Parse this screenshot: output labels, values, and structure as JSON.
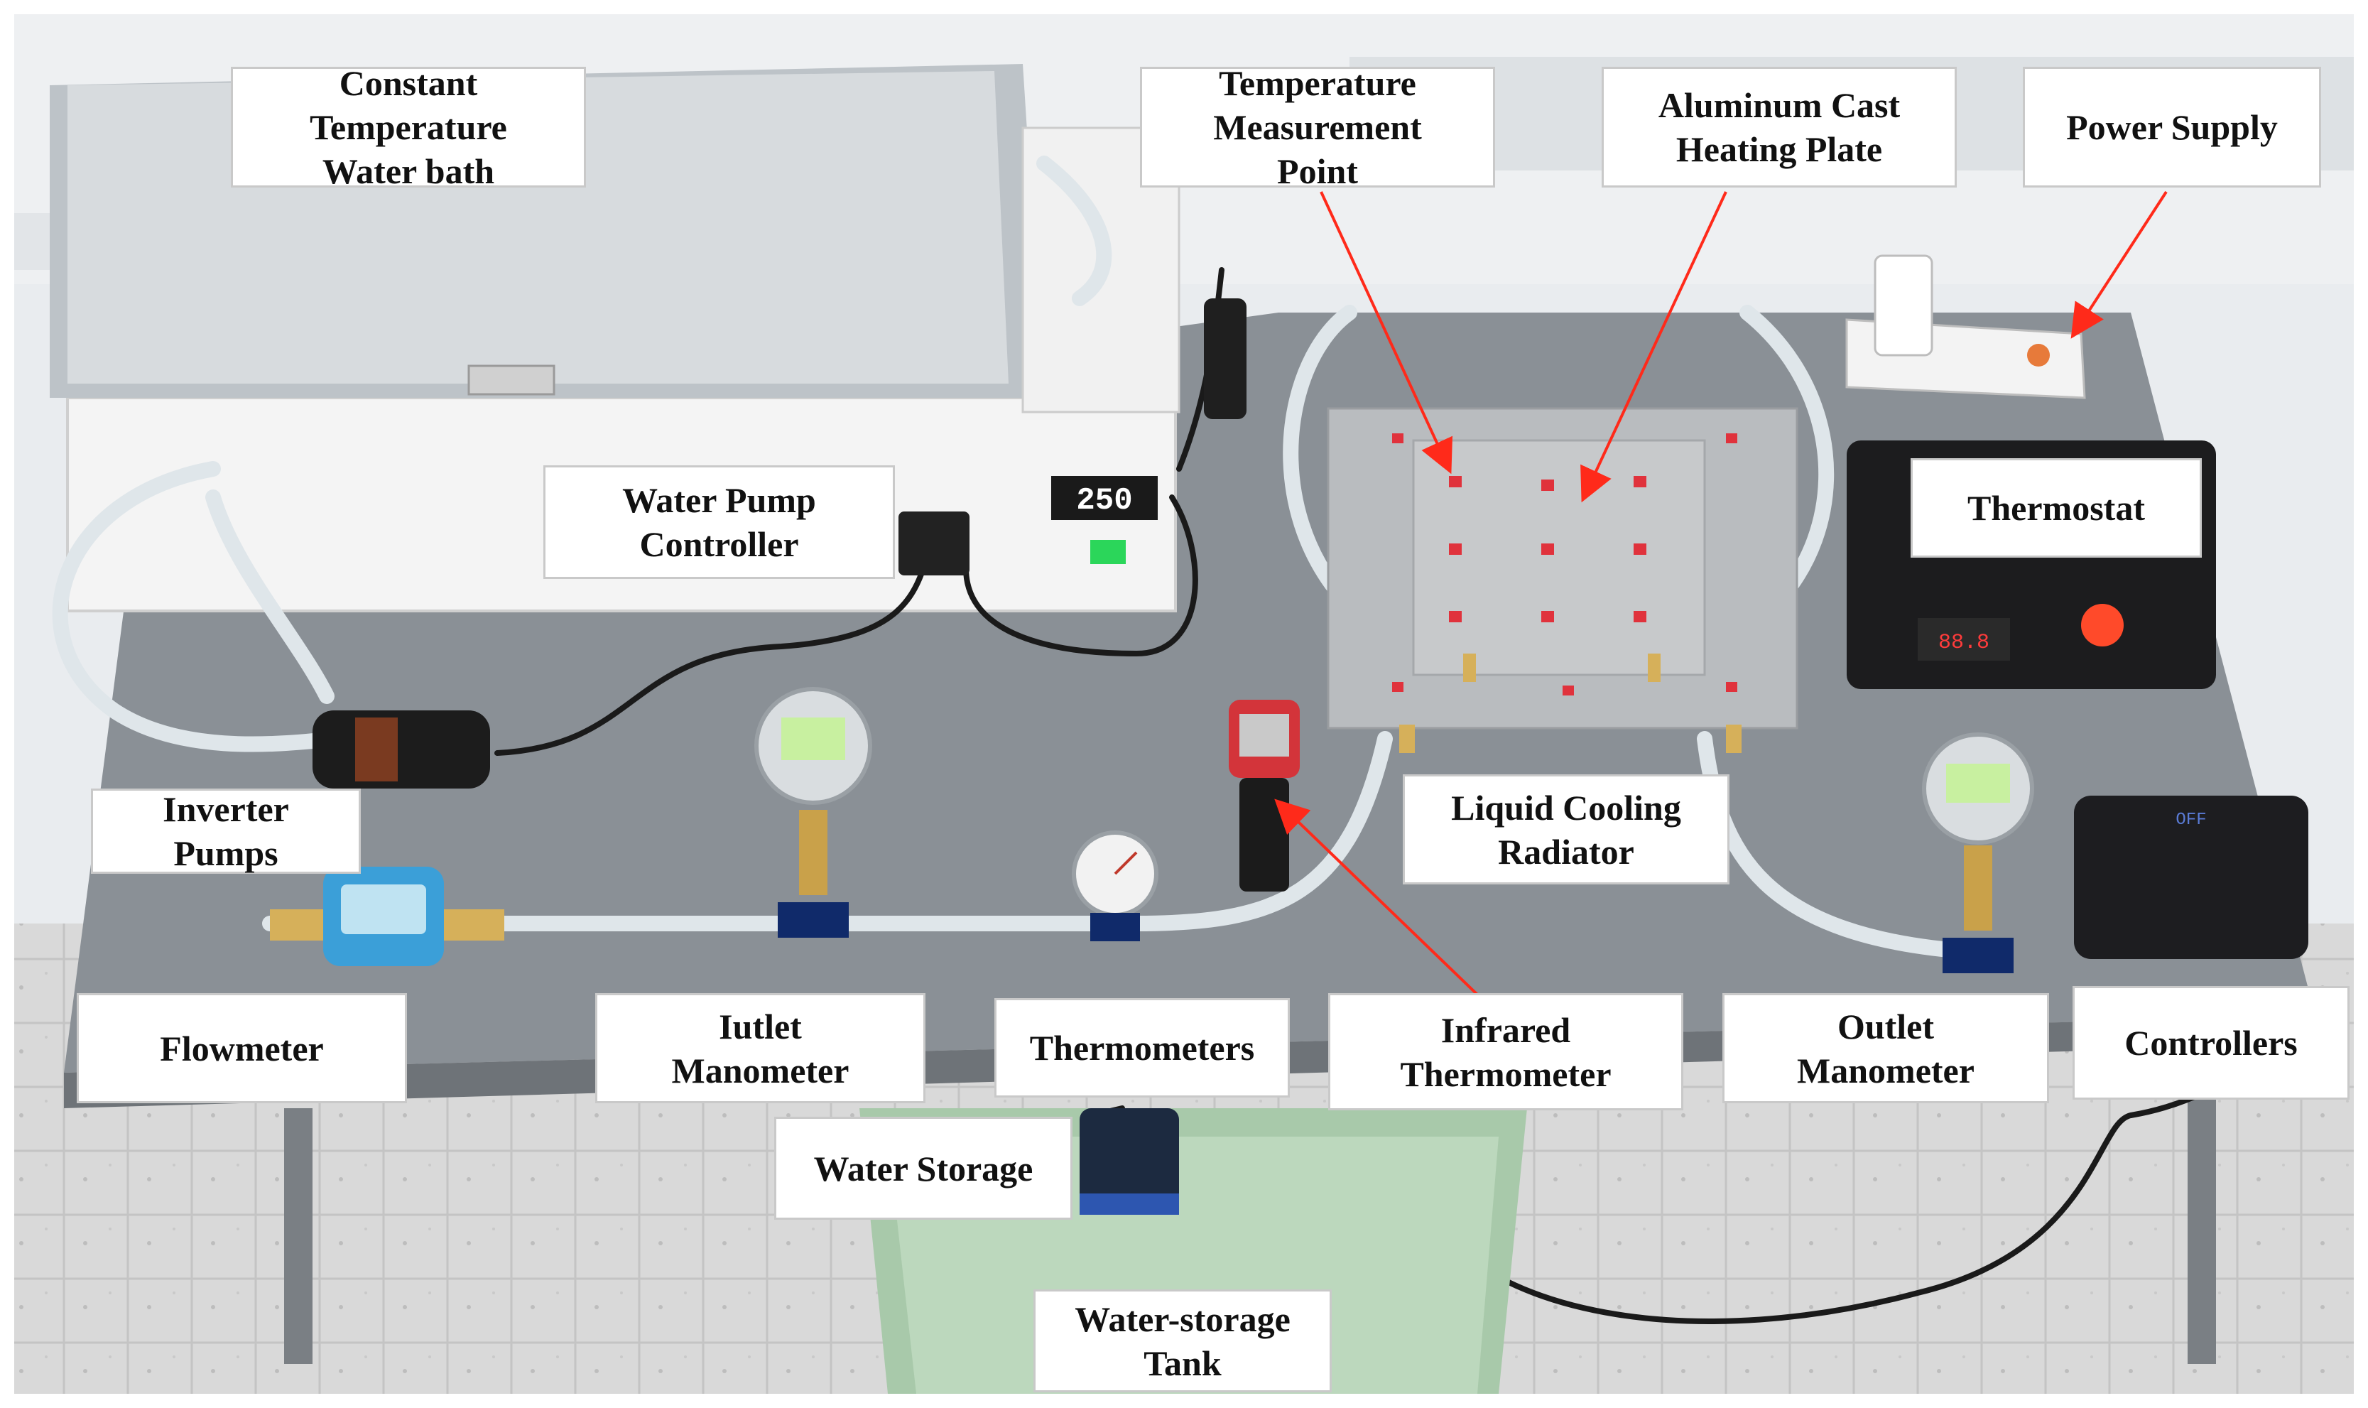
{
  "colors": {
    "label_bg": "#ffffff",
    "label_border": "#c9c9c9",
    "text": "#111111",
    "arrow": "#ff2a1a",
    "table_top": "#8a9096",
    "floor": "#d8d8d8",
    "wall": "#e8ebee",
    "heating_plate": "#c4c6c8",
    "radiator": "#b9bcbf",
    "marker": "#e0323c",
    "tubing": "#dfe6ea",
    "cable": "#1a1a1a",
    "tank": "#a8c9aa",
    "thermostat_body": "#1c1c1e",
    "display_green": "#c8f0a0",
    "flowmeter_blue": "#3b9fd8",
    "infrared_red": "#d3343a"
  },
  "labels": {
    "water_bath": "Constant\nTemperature\nWater bath",
    "temp_point": "Temperature\nMeasurement\nPoint",
    "heating_plate": "Aluminum Cast\nHeating Plate",
    "power_supply": "Power Supply",
    "pump_controller": "Water Pump\nController",
    "thermostat": "Thermostat",
    "inverter_pumps": "Inverter\nPumps",
    "radiator": "Liquid Cooling\nRadiator",
    "flowmeter": "Flowmeter",
    "inlet_manometer": "Iutlet\nManometer",
    "thermometers": "Thermometers",
    "infrared": "Infrared\nThermometer",
    "outlet_manometer": "Outlet\nManometer",
    "controllers": "Controllers",
    "water_storage": "Water Storage",
    "storage_tank": "Water-storage\nTank"
  },
  "display": {
    "bath_temp": "250",
    "controller_screen": "OFF"
  }
}
